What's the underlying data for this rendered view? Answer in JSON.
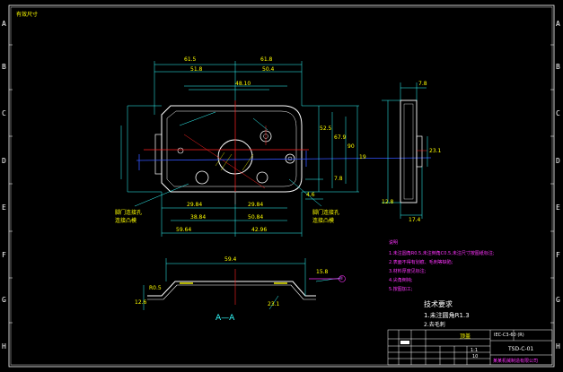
{
  "header_note": "有效尺寸",
  "border_letters_left": [
    "A",
    "B",
    "C",
    "D",
    "E",
    "F",
    "G",
    "H"
  ],
  "border_letters_right": [
    "A",
    "B",
    "C",
    "D",
    "E",
    "F",
    "G",
    "H"
  ],
  "dimensions": {
    "d_top_left": "61.5",
    "d_top_right": "61.8",
    "d_51_8": "51.8",
    "d_50_4": "50.4",
    "d_48": "48.10",
    "d_right_52": "52.5",
    "d_right_67": "67.9",
    "d_right_90": "90",
    "d_right_19": "19",
    "d_right_7": "7.8",
    "d_right_4_6": "4.6",
    "d_bottom_38": "38.84",
    "d_bottom_59": "59.64",
    "d_bottom_50": "50.84",
    "d_bottom_42": "42.96",
    "d_bottom_29a": "29.84",
    "d_bottom_29b": "29.84",
    "d_side_7_8": "7.8",
    "d_side_12_8": "12.8",
    "d_side_17_4": "17.4",
    "d_side_23": "23.1",
    "d_sect_59": "59.4",
    "d_sect_r": "R0.5",
    "d_sect_12": "12.6",
    "d_sect_23": "23.1",
    "d_sect_15": "15.8"
  },
  "labels": {
    "left_note_1": "脚门连接孔",
    "left_note_2": "连接凸模",
    "right_note_1": "脚门连接孔",
    "right_note_2": "连接凸模",
    "section_label": "A—A",
    "circle_mark": "①"
  },
  "tech_notes": {
    "heading": "说明",
    "lines": [
      "1.未注圆角R0.5,未注倒角C0.5,未注尺寸按图纸标注;",
      "2.表面不得有划痕、毛刺等缺陷;",
      "3.材料厚度见标注;",
      "4.尖角倒钝;",
      "5.按图加工;"
    ]
  },
  "tech_req": {
    "title": "技术要求",
    "item1": "1.未注圆角R1.3",
    "item2": "2.去毛刺"
  },
  "title_block": {
    "part_name": "顶盖",
    "drawing_no": "TSD-C-01",
    "material_line": "IEC-C3-60 (R)",
    "scale": "1:1",
    "company": "某某机械制造有限公司",
    "qty": "10"
  },
  "colors": {
    "outline": "#ffffff",
    "dimension": "#33ffff",
    "text": "#ffff00",
    "notes": "#ff33ff",
    "center": "#ff2222",
    "axis": "#3355ff"
  }
}
